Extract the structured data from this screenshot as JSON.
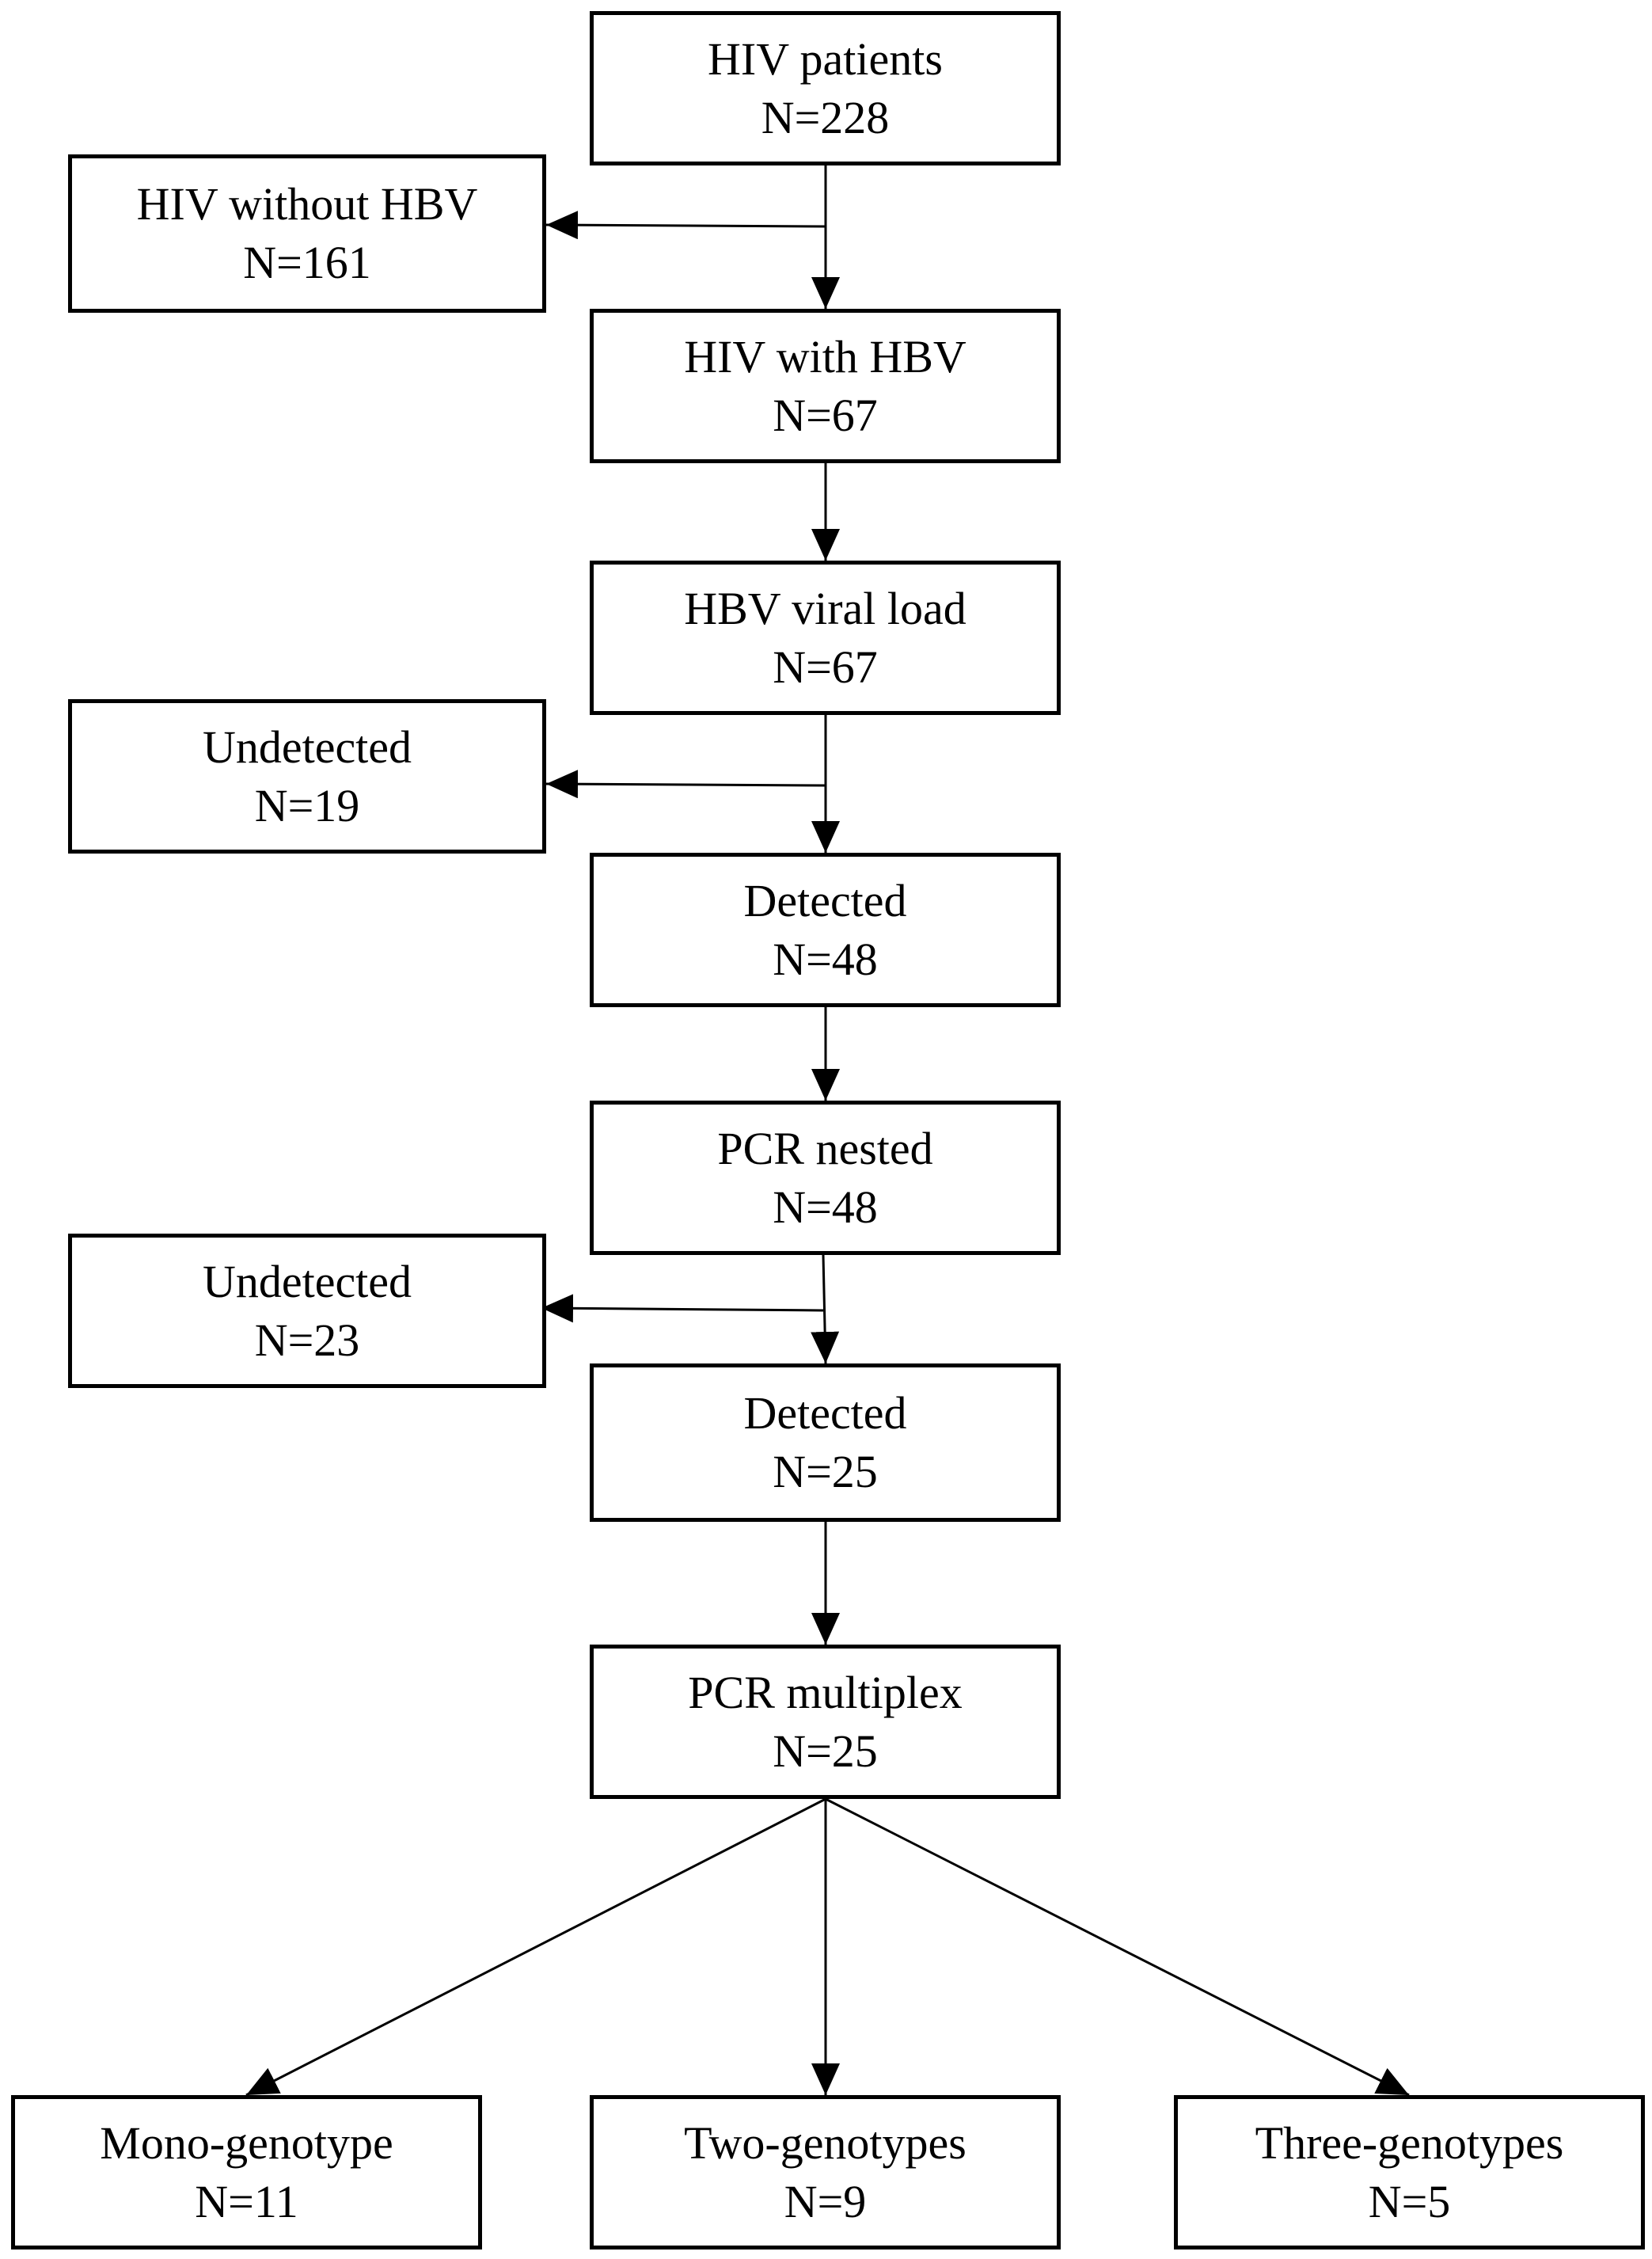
{
  "nodes": {
    "hiv_patients": {
      "label": "HIV patients",
      "count": "N=228"
    },
    "hiv_without_hbv": {
      "label": "HIV without HBV",
      "count": "N=161"
    },
    "hiv_with_hbv": {
      "label": "HIV with HBV",
      "count": "N=67"
    },
    "hbv_viral_load": {
      "label": "HBV viral load",
      "count": "N=67"
    },
    "undetected_1": {
      "label": "Undetected",
      "count": "N=19"
    },
    "detected_1": {
      "label": "Detected",
      "count": "N=48"
    },
    "pcr_nested": {
      "label": "PCR nested",
      "count": "N=48"
    },
    "undetected_2": {
      "label": "Undetected",
      "count": "N=23"
    },
    "detected_2": {
      "label": "Detected",
      "count": "N=25"
    },
    "pcr_multiplex": {
      "label": "PCR multiplex",
      "count": "N=25"
    },
    "mono_genotype": {
      "label": "Mono-genotype",
      "count": "N=11"
    },
    "two_genotypes": {
      "label": "Two-genotypes",
      "count": "N=9"
    },
    "three_genotypes": {
      "label": "Three-genotypes",
      "count": "N=5"
    }
  },
  "edges": [
    {
      "from": "hiv_patients",
      "to": "hiv_without_hbv"
    },
    {
      "from": "hiv_patients",
      "to": "hiv_with_hbv"
    },
    {
      "from": "hiv_with_hbv",
      "to": "hbv_viral_load"
    },
    {
      "from": "hbv_viral_load",
      "to": "undetected_1"
    },
    {
      "from": "hbv_viral_load",
      "to": "detected_1"
    },
    {
      "from": "detected_1",
      "to": "pcr_nested"
    },
    {
      "from": "pcr_nested",
      "to": "undetected_2"
    },
    {
      "from": "pcr_nested",
      "to": "detected_2"
    },
    {
      "from": "detected_2",
      "to": "pcr_multiplex"
    },
    {
      "from": "pcr_multiplex",
      "to": "mono_genotype"
    },
    {
      "from": "pcr_multiplex",
      "to": "two_genotypes"
    },
    {
      "from": "pcr_multiplex",
      "to": "three_genotypes"
    }
  ]
}
